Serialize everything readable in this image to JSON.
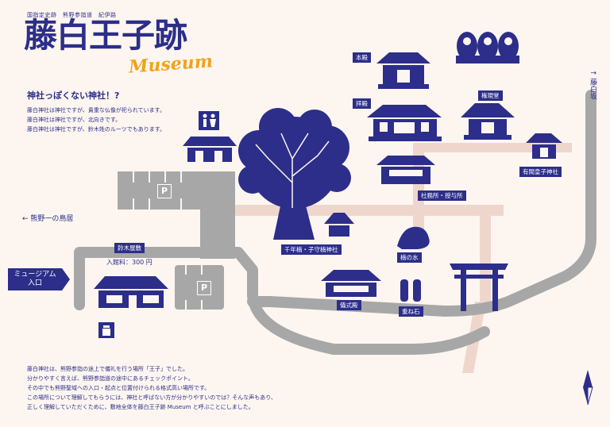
{
  "header": {
    "top_line": "国指定史跡　熊野参詣道　紀伊路",
    "title": "藤白王子跡",
    "title_sub": "Museum"
  },
  "intro": {
    "heading": "神社っぽくない神社！?",
    "lines": [
      "藤白神社は神社ですが、貴重な仏像が祀られています。",
      "藤白神社は神社ですが、北向きです。",
      "藤白神社は神社ですが、鈴木姓のルーツでもあります。"
    ]
  },
  "labels": {
    "honden": "本殿",
    "haiden": "拝殿",
    "gongendo": "権現堂",
    "arima": "有間皇子神社",
    "shamusho": "社務所・授与所",
    "senbei": "千年楠・子守楠神社",
    "kusunomizu": "楠の水",
    "girei": "儀式殿",
    "kasaneishi": "重ね石",
    "suzuki": "鈴木屋敷",
    "nyukan": "入館料：300 円",
    "toriimae": "← 熊野一の鳥居",
    "fujishirozaka": "↑ 藤白坂",
    "entrance": "ミュージアム 入口",
    "parking": "P"
  },
  "footer": {
    "lines": [
      "藤白神社は、熊野参詣の途上で儀礼を行う場所「王子」でした。",
      "分かりやすく言えば、熊野参詣道の途中にあるチェックポイント。",
      "その中でも熊野聖域への入口・起点と位置付けられる格式高い場所です。",
      "この場所について理解してもらうには、神社と呼ばない方が分かりやすいのでは？そんな声もあり、",
      "正しく理解していただくために、敷地全体を藤白王子跡 Museum と呼ぶことにしました。"
    ]
  },
  "colors": {
    "navy": "#2c2e8a",
    "road_gray": "#a7a7a7",
    "path_pink": "#efd6cc",
    "accent_orange": "#f2a21b",
    "background": "#fdf6f0"
  }
}
